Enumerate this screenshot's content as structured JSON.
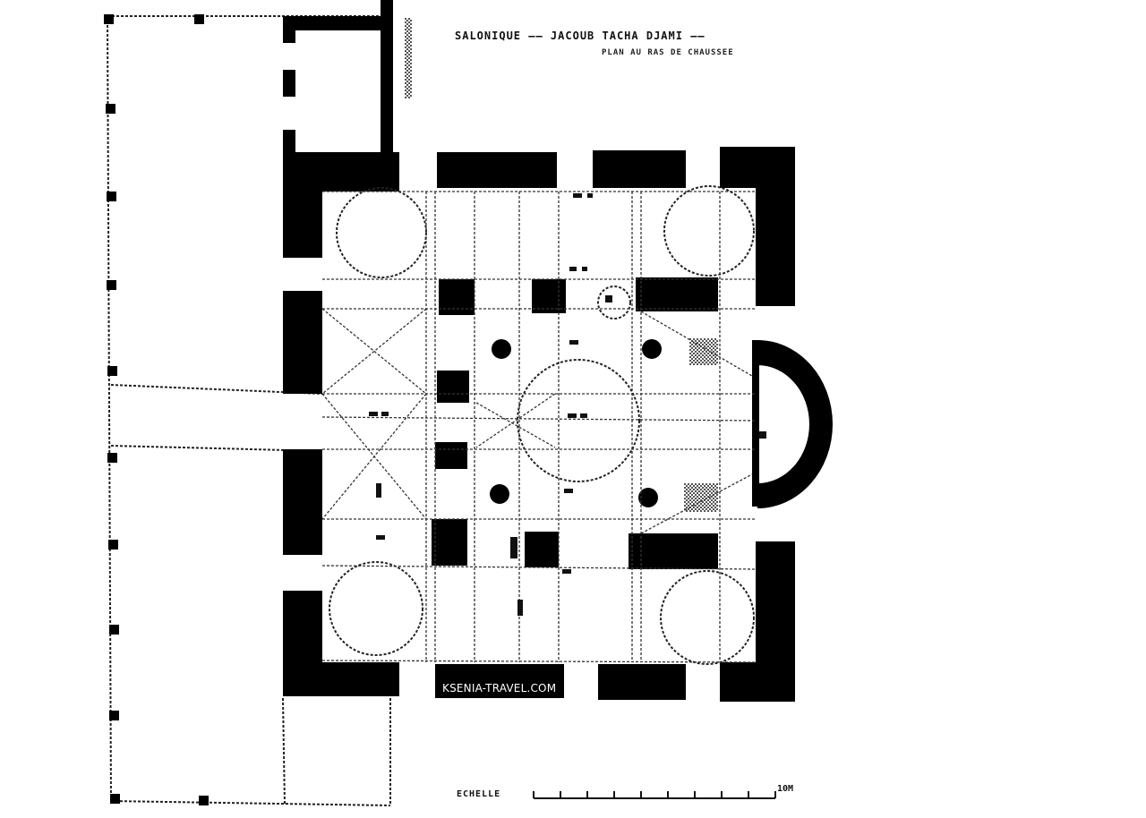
{
  "header": {
    "title": "SALONIQUE —— JACOUB TACHA DJAMI ——",
    "subtitle": "PLAN AU RAS DE CHAUSSEE"
  },
  "scale": {
    "label": "ECHELLE",
    "end_label": "10M"
  },
  "watermark": "KSENIA-TRAVEL.COM",
  "colors": {
    "ink": "#000000",
    "hatch": "#555555",
    "paper": "#ffffff"
  }
}
